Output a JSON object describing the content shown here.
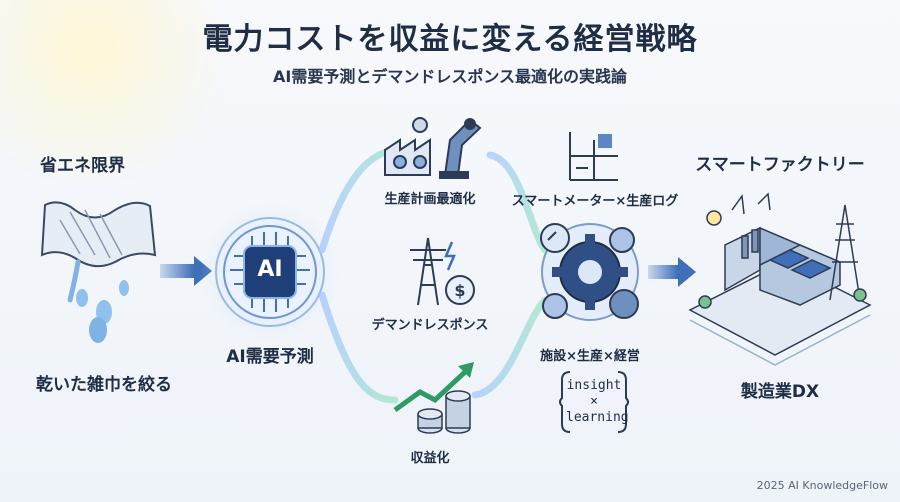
{
  "title": "電力コストを収益に変える経営戦略",
  "subtitle": "AI需要予測とデマンドレスポンス最適化の実践論",
  "left": {
    "top_label": "省エネ限界",
    "bottom_label": "乾いた雑巾を絞る"
  },
  "ai": {
    "icon_text": "AI",
    "label": "AI需要予測"
  },
  "flows": {
    "production": "生産計画最適化",
    "demand_response": "デマンドレスポンス",
    "monetize": "収益化"
  },
  "hub": {
    "top_label": "スマートメーター×生産ログ",
    "bottom_label": "施設×生産×経営",
    "box_line1": "insight",
    "box_line2": "×",
    "box_line3": "learning"
  },
  "right": {
    "top_label": "スマートファクトリー",
    "bottom_label": "製造業DX"
  },
  "footer": "2025 AI KnowledgeFlow",
  "colors": {
    "navy": "#1f2d45",
    "accent_blue": "#3f74c4",
    "glow_green": "#8fe0b5"
  }
}
